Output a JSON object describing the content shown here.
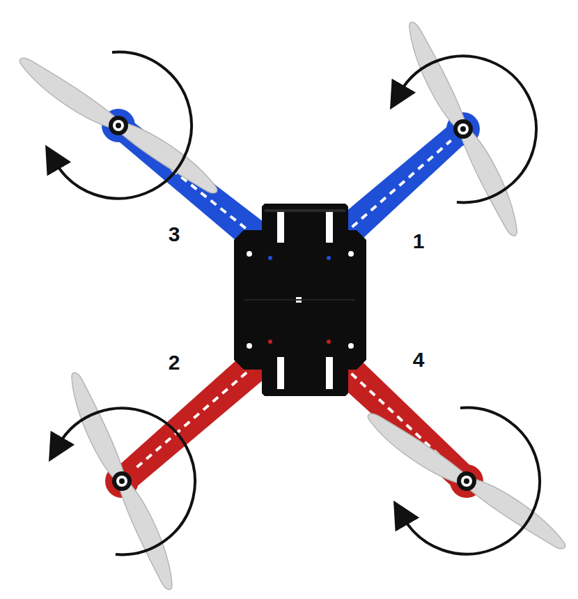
{
  "diagram": {
    "labels": [
      "3",
      "1",
      "2",
      "4"
    ]
  }
}
